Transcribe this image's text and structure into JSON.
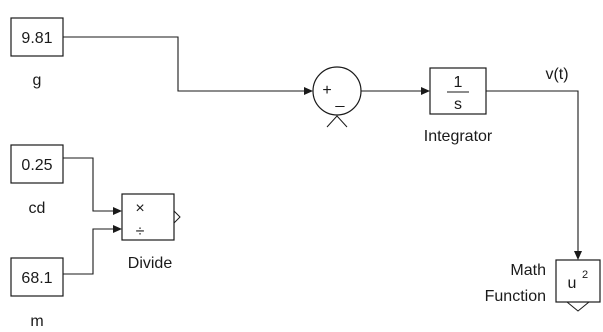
{
  "blocks": {
    "g_const": {
      "value": "9.81",
      "label": "g"
    },
    "cd_const": {
      "value": "0.25",
      "label": "cd"
    },
    "m_const": {
      "value": "68.1",
      "label": "m"
    },
    "sum": {
      "plus_sign": "+",
      "minus_sign": "_"
    },
    "integrator": {
      "numerator": "1",
      "denominator": "s",
      "label": "Integrator"
    },
    "divide": {
      "multiply_sign": "×",
      "divide_sign": "÷",
      "label": "Divide"
    },
    "math_function": {
      "base": "u",
      "exponent": "2",
      "label_line1": "Math",
      "label_line2": "Function"
    }
  },
  "signals": {
    "output": "v(t)"
  }
}
